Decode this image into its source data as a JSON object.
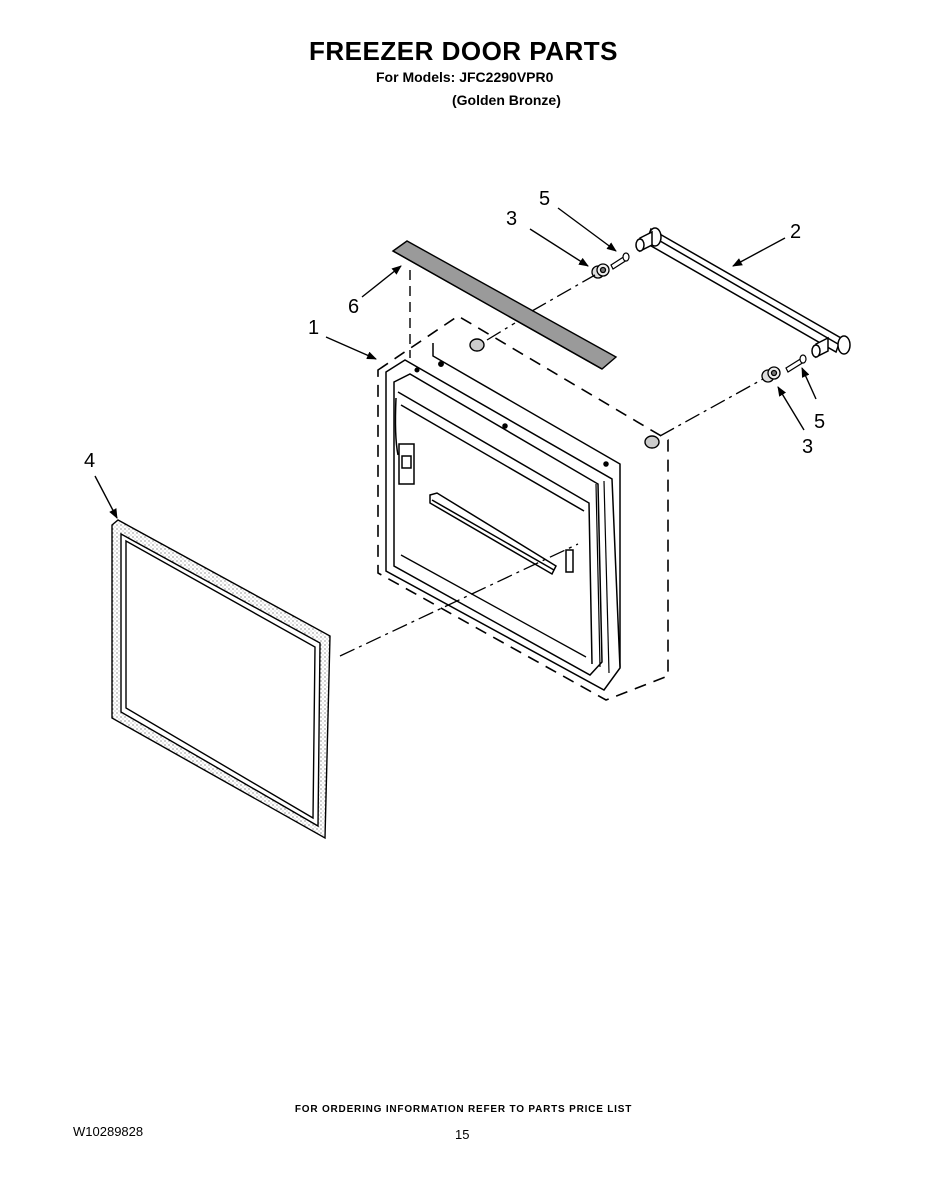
{
  "header": {
    "title": "FREEZER DOOR PARTS",
    "models_line": "For Models: JFC2290VPR0",
    "color_line": "(Golden Bronze)"
  },
  "callouts": {
    "door_assembly": "1",
    "handle": "2",
    "spacer_top": "3",
    "spacer_bottom": "3",
    "gasket": "4",
    "screw_top": "5",
    "screw_bottom": "5",
    "trim_strip": "6"
  },
  "footer": {
    "ordering_note": "FOR ORDERING INFORMATION REFER TO PARTS PRICE LIST",
    "doc_number": "W10289828",
    "page_number": "15"
  }
}
